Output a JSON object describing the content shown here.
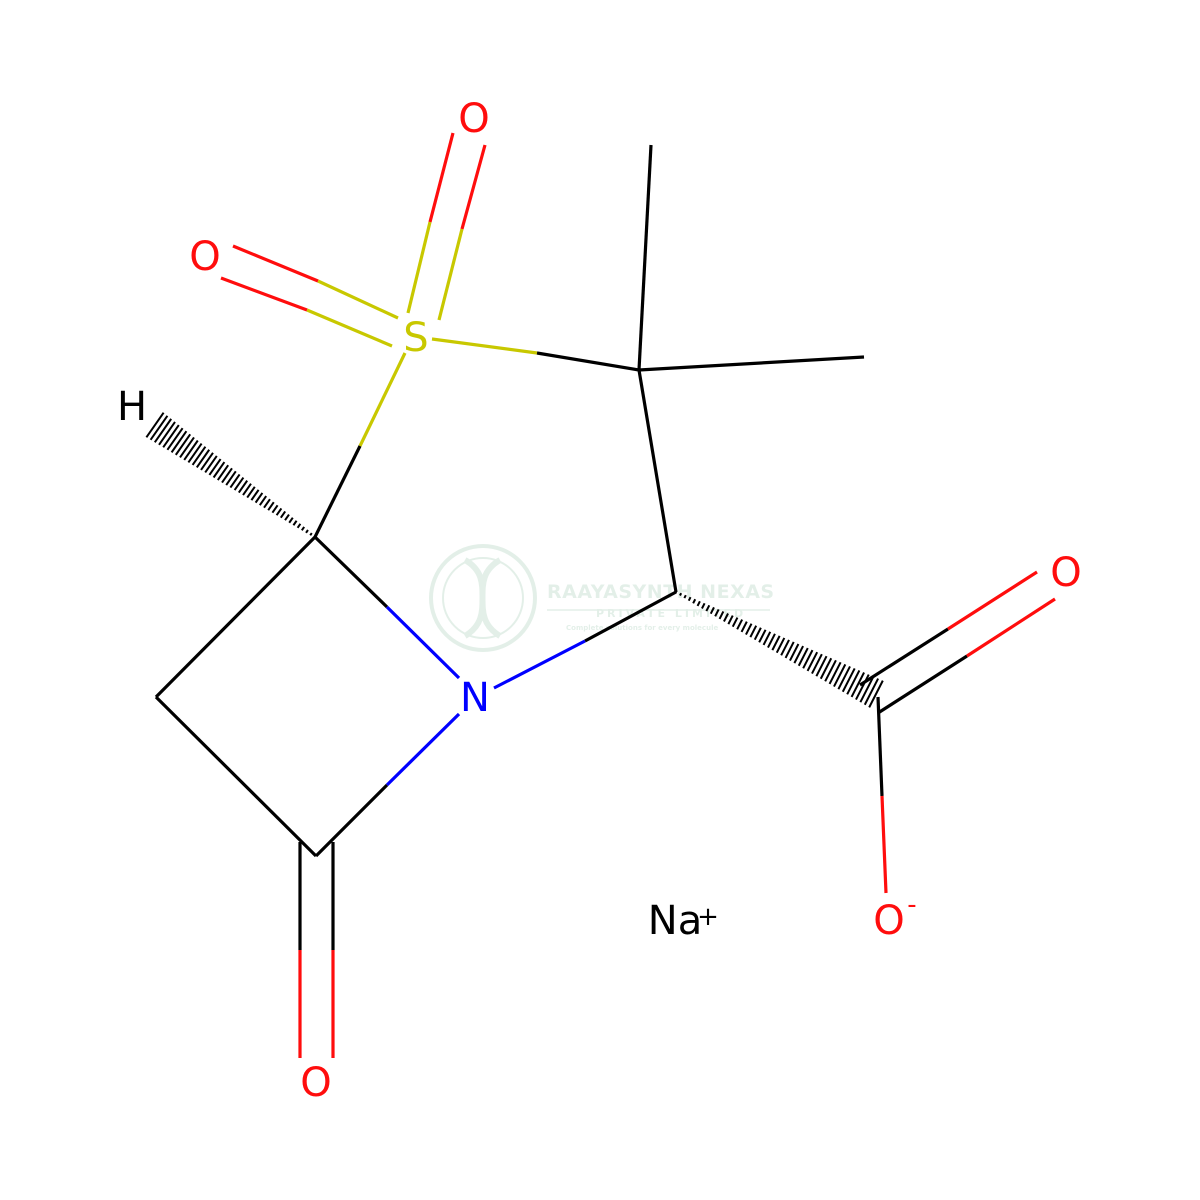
{
  "colors": {
    "carbon": "#000000",
    "oxygen": "#ff0d0d",
    "nitrogen": "#0000ff",
    "sulfur": "#c8c800",
    "hydrogen": "#000000",
    "sodium": "#000000",
    "watermark": "#2e8b57"
  },
  "atoms": {
    "o_sulfonyl_top": "O",
    "o_sulfonyl_left": "O",
    "sulfur": "S",
    "hydrogen": "H",
    "nitrogen": "N",
    "o_carbonyl_right": "O",
    "o_carboxylate": "O",
    "o_carboxylate_charge": "-",
    "o_lactam": "O",
    "sodium": "Na",
    "sodium_charge": "+"
  },
  "watermark": {
    "title": "RAAYASYNTH NEXAS",
    "subtitle": "PRIVATE LIMITED",
    "tagline": "Complete solutions for every molecule"
  }
}
